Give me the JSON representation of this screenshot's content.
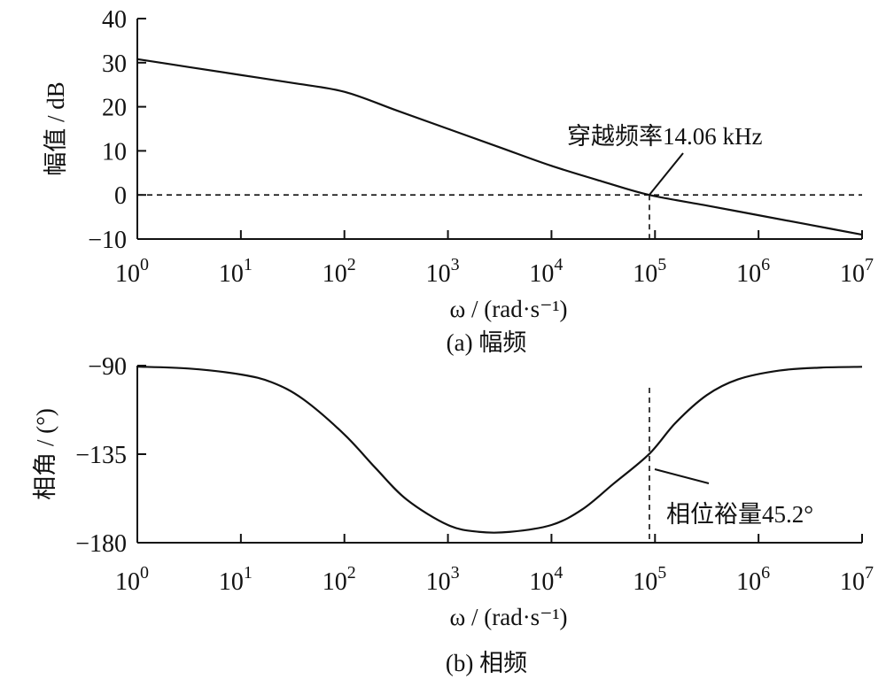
{
  "chart_data": [
    {
      "type": "line",
      "id": "magnitude",
      "title": "",
      "caption": "(a)  幅频",
      "xlabel": "ω / (rad·s⁻¹)",
      "ylabel": "幅值 / dB",
      "xscale": "log",
      "xlim_log10": [
        0,
        7
      ],
      "ylim": [
        -10,
        40
      ],
      "yticks": [
        "40",
        "30",
        "20",
        "10",
        "0",
        "-10"
      ],
      "ytick_values": [
        40,
        30,
        20,
        10,
        0,
        -10
      ],
      "xtick_exponents": [
        "0",
        "1",
        "2",
        "3",
        "4",
        "5",
        "6",
        "7"
      ],
      "xtick_base": "10",
      "grid": false,
      "reference_line_y": 0,
      "marker_x_log10": 4.946,
      "annotation": "穿越频率14.06 kHz",
      "series": [
        {
          "name": "magnitude",
          "x_log10": [
            0,
            0.5,
            1,
            1.5,
            2,
            2.5,
            3,
            3.5,
            4,
            4.5,
            4.946,
            5.5,
            6,
            6.5,
            7
          ],
          "values": [
            30.8,
            29.0,
            27.2,
            25.4,
            23.4,
            19.2,
            15.0,
            10.8,
            6.6,
            3.0,
            0,
            -2.4,
            -4.6,
            -6.8,
            -9.0
          ]
        }
      ]
    },
    {
      "type": "line",
      "id": "phase",
      "title": "",
      "caption": "(b)  相频",
      "xlabel": "ω / (rad·s⁻¹)",
      "ylabel": "相角 / (°)",
      "xscale": "log",
      "xlim_log10": [
        0,
        7
      ],
      "ylim": [
        -180,
        -90
      ],
      "yticks": [
        "-90",
        "-135",
        "-180"
      ],
      "ytick_values": [
        -90,
        -135,
        -180
      ],
      "xtick_exponents": [
        "0",
        "1",
        "2",
        "3",
        "4",
        "5",
        "6",
        "7"
      ],
      "xtick_base": "10",
      "grid": false,
      "marker_x_log10": 4.946,
      "annotation": "相位裕量45.2°",
      "series": [
        {
          "name": "phase",
          "x_log10": [
            0,
            0.5,
            1,
            1.3,
            1.6,
            2,
            2.3,
            2.6,
            3,
            3.3,
            3.6,
            4,
            4.3,
            4.6,
            4.946,
            5.2,
            5.5,
            5.8,
            6.2,
            6.6,
            7
          ],
          "values": [
            -90.5,
            -91.5,
            -94.5,
            -98.5,
            -107,
            -125,
            -142,
            -158,
            -171,
            -174.5,
            -174.5,
            -171,
            -163,
            -150,
            -134.8,
            -119,
            -105,
            -97,
            -92.5,
            -91,
            -90.6
          ]
        }
      ]
    }
  ]
}
